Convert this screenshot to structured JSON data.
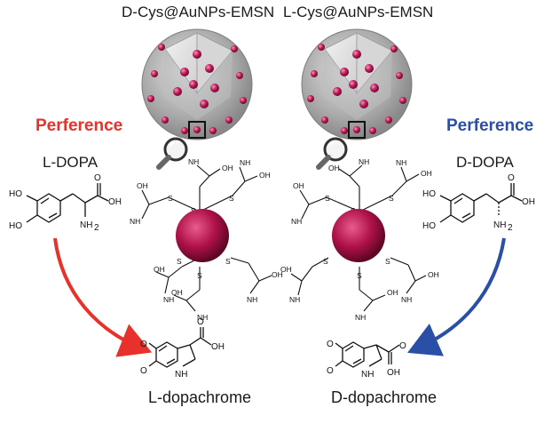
{
  "titles": {
    "left": "D-Cys@AuNPs-EMSN",
    "right": "L-Cys@AuNPs-EMSN"
  },
  "left": {
    "preference": "Perference",
    "substrate": "L-DOPA",
    "product": "L-dopachrome"
  },
  "right": {
    "preference": "Perference",
    "substrate": "D-DOPA",
    "product": "D-dopachrome"
  },
  "chem_labels": {
    "HO": "HO",
    "OH": "OH",
    "NH2": "NH",
    "sub2": "2",
    "O": "O",
    "NH": "NH",
    "N": "N",
    "H": "H",
    "S": "S"
  },
  "colors": {
    "left_accent": "#e8312a",
    "right_accent": "#2a4fa6",
    "nanoparticle": "#b0124a",
    "silica": "#b9b9b9"
  }
}
